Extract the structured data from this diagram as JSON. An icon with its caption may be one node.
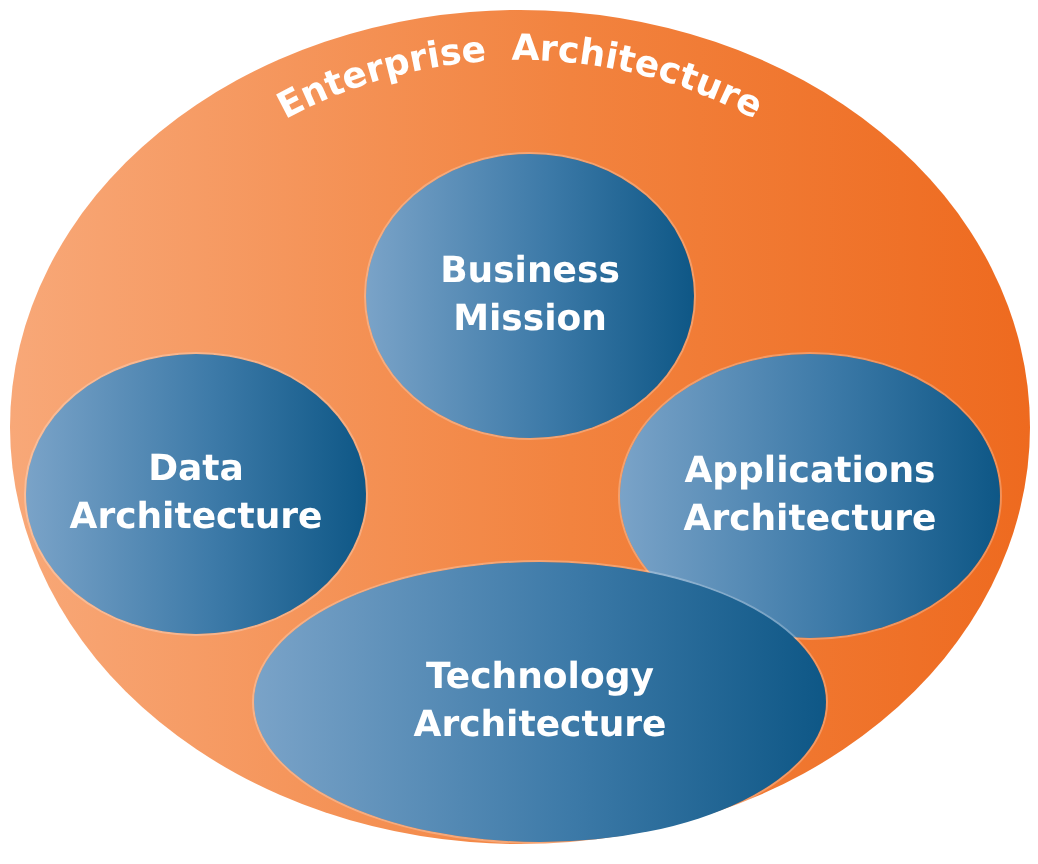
{
  "diagram": {
    "nodes": [
      {
        "text": [
          "Enterprise Architecture"
        ]
      },
      {
        "text": [
          "Business Mission"
        ],
        "in": 0
      },
      {
        "text": [
          "Data Architecture"
        ],
        "in": 0
      },
      {
        "text": [
          "Applications Architecture"
        ],
        "in": 0
      },
      {
        "text": [
          "Technology Architecture"
        ],
        "in": 0
      }
    ]
  }
}
